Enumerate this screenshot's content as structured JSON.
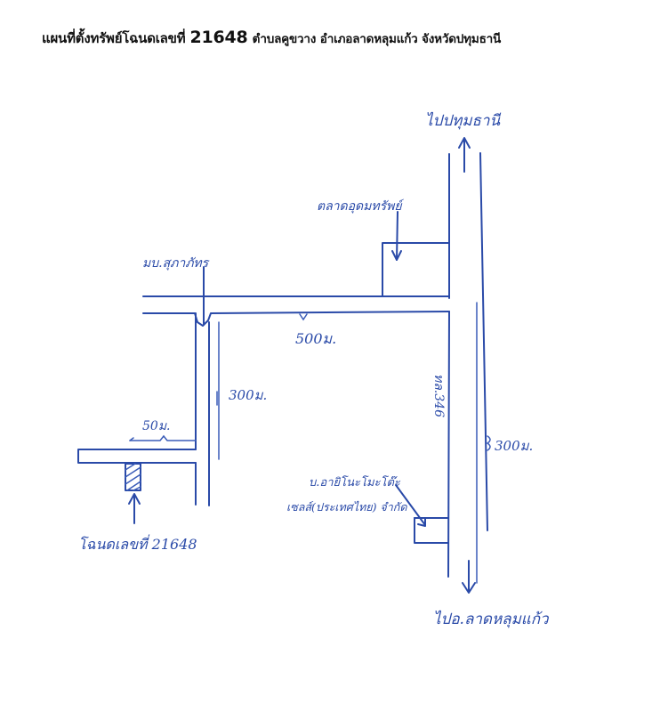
{
  "header": {
    "title_prefix": "แผนที่ตั้งทรัพย์โฉนดเลขที่",
    "deed_number": "21648",
    "title_location": "ตำบลคูขวาง อำเภอลาดหลุมแก้ว จังหวัดปทุมธานี"
  },
  "map": {
    "ink_color": "#2a4aa8",
    "labels": {
      "to_north": "ไปปทุมธานี",
      "to_south": "ไปอ.ลาดหลุมแก้ว",
      "market": "ตลาดอุดมทรัพย์",
      "village": "มบ.สุภาภัทร",
      "highway": "ทล.346",
      "company_line1": "บ.อายิโนะโมะโต๊ะ",
      "company_line2": "เซลส์(ประเทศไทย) จำกัด",
      "deed_marker": "โฉนดเลขที่ 21648"
    },
    "distances": {
      "main_road": "500ม.",
      "side_road": "300ม.",
      "branch_road": "50ม.",
      "highway_segment": "300ม."
    },
    "icons": {
      "north_arrow": "arrow-up-icon",
      "south_arrow": "arrow-down-icon",
      "property_marker": "hatched-plot-icon"
    }
  }
}
